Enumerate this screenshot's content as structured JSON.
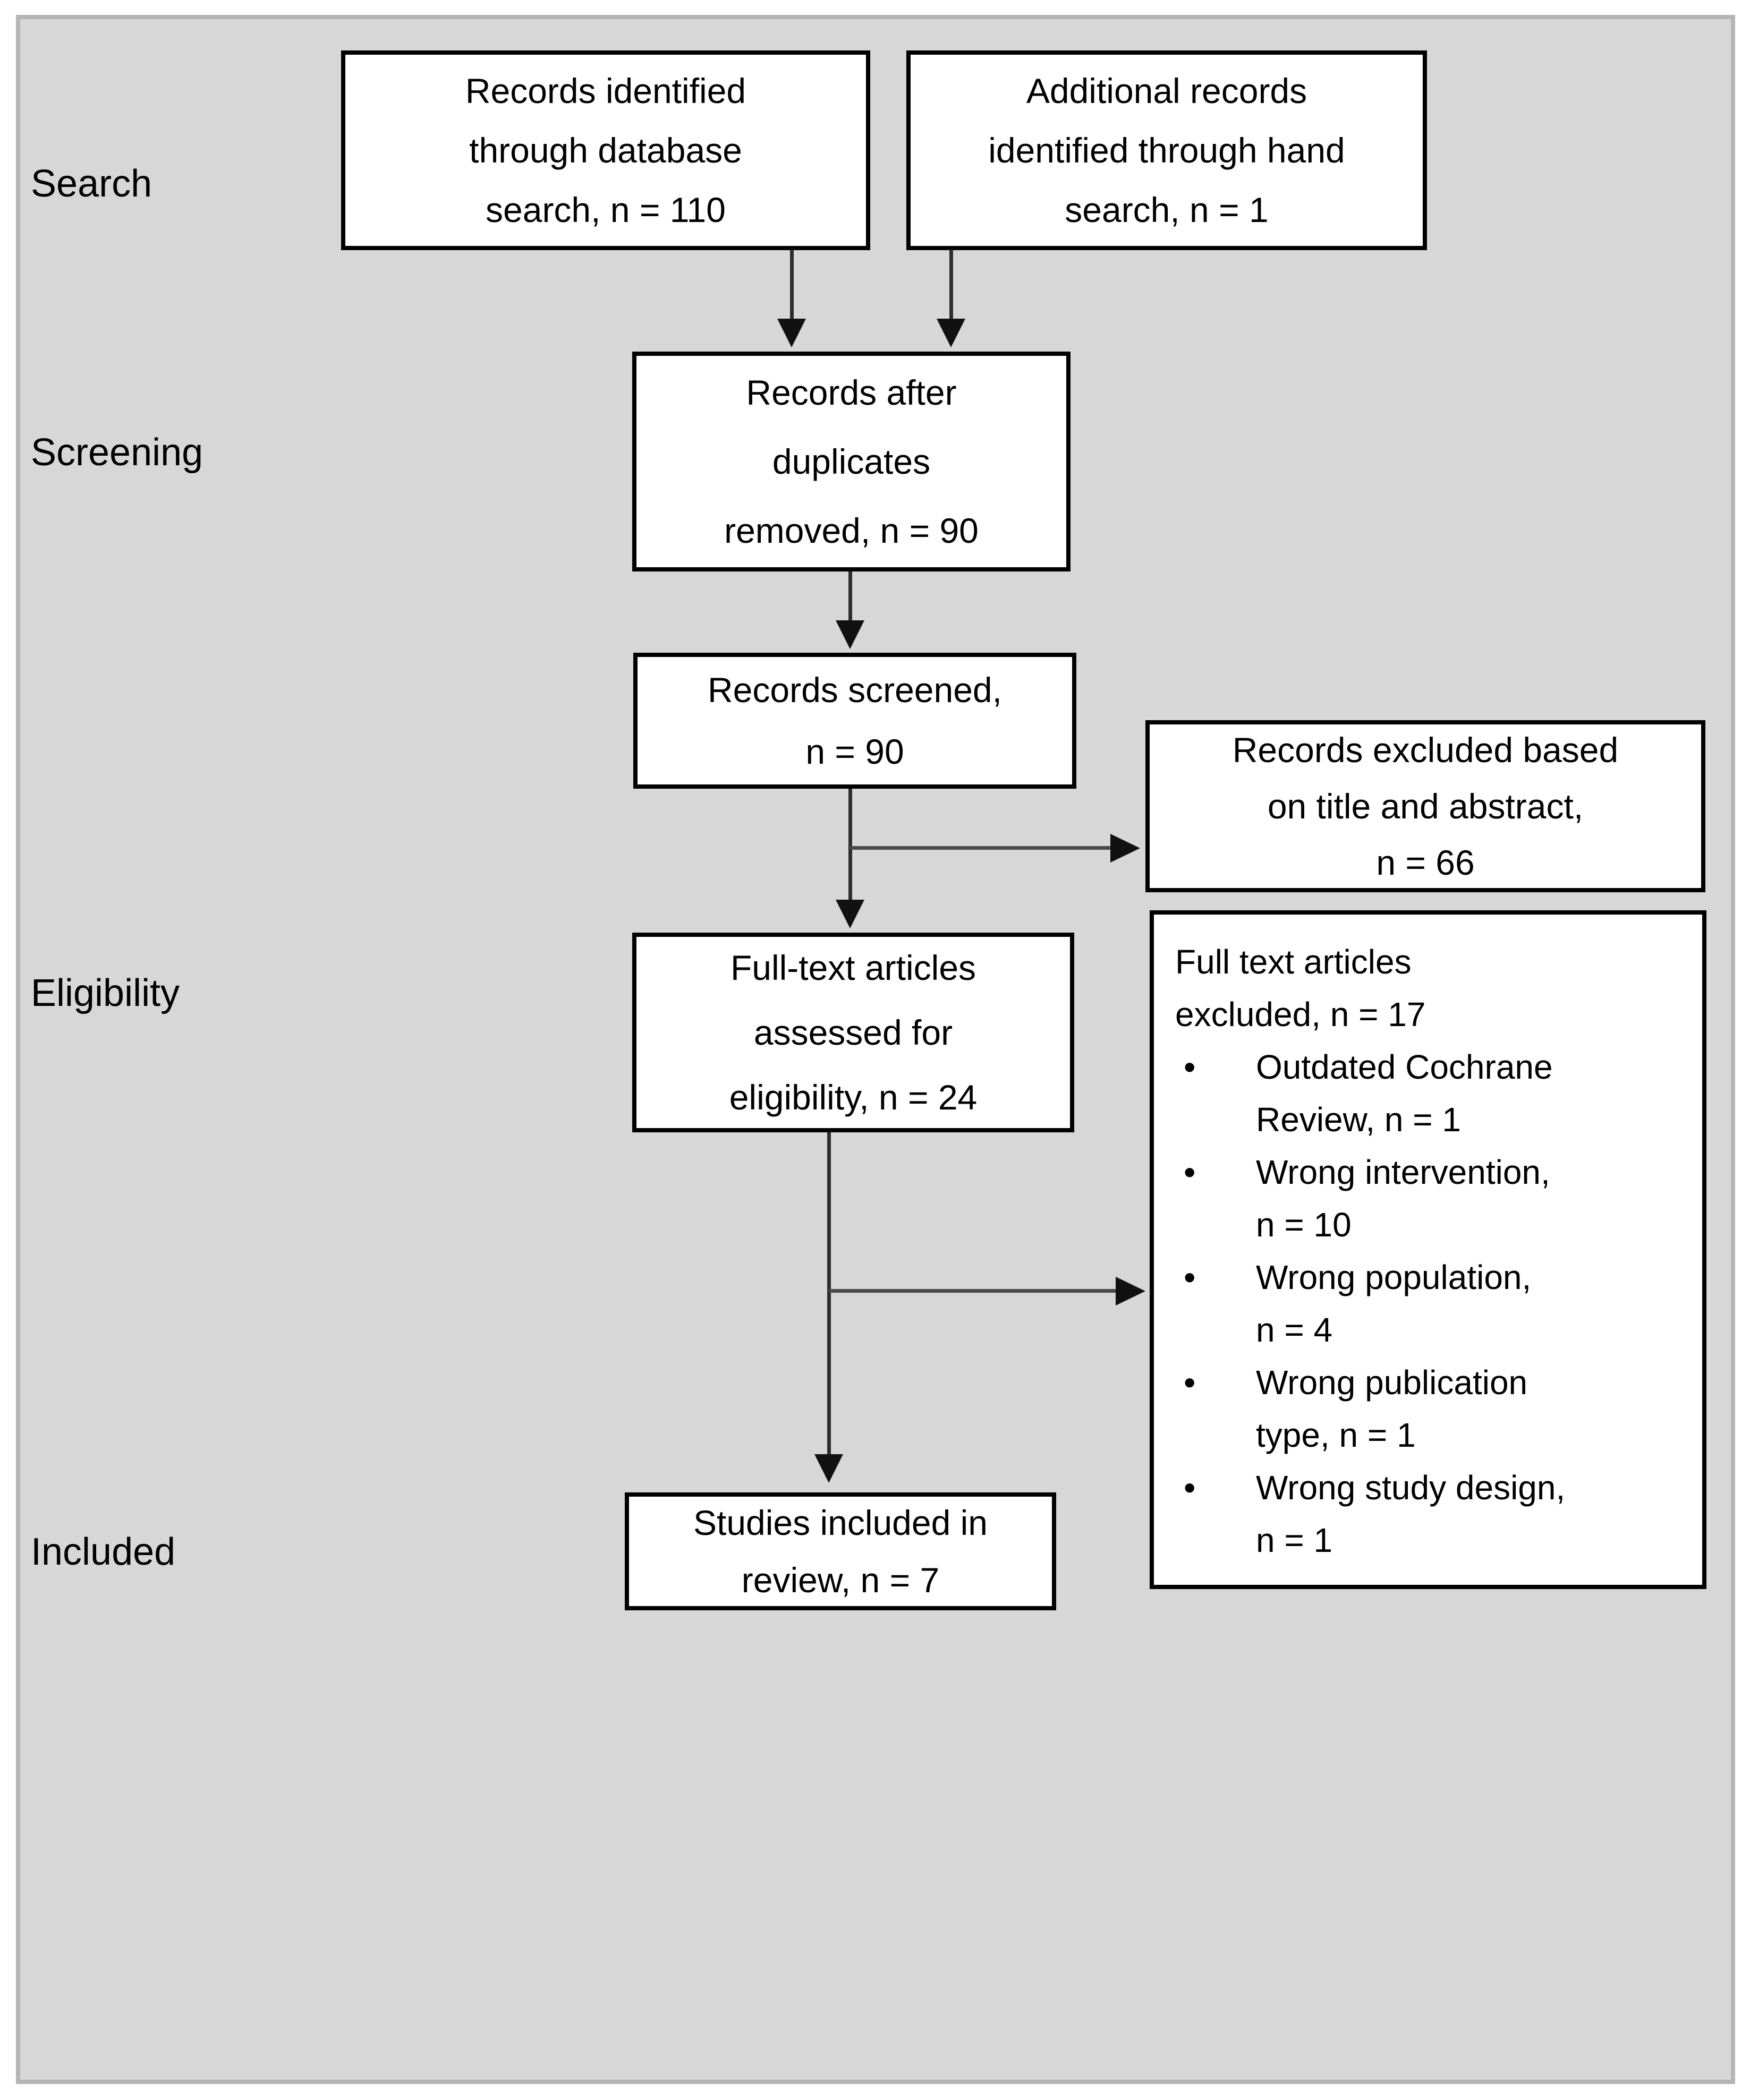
{
  "colors": {
    "page_bg": "#ffffff",
    "panel_bg": "#d7d7d7",
    "panel_border": "#b5b5b5",
    "box_bg": "#ffffff",
    "box_border": "#000000",
    "text": "#000000",
    "arrow_line": "#2e2e2e",
    "arrow_line_soft": "#4a4a4a",
    "arrow_head": "#111111"
  },
  "stage_labels": {
    "search": "Search",
    "screening": "Screening",
    "eligibility": "Eligibility",
    "included": "Included"
  },
  "boxes": {
    "db_search": {
      "text": "Records identified\nthrough database\nsearch, n = 110"
    },
    "hand_search": {
      "text": "Additional records\nidentified through hand\nsearch, n = 1"
    },
    "deduplicated": {
      "text": "Records after\nduplicates\nremoved, n = 90"
    },
    "screened": {
      "text": "Records screened,\nn = 90"
    },
    "excluded_title_abstract": {
      "text": "Records excluded based\non title and abstract,\nn = 66"
    },
    "fulltext_assessed": {
      "text": "Full-text articles\nassessed for\neligibility, n = 24"
    },
    "fulltext_excluded": {
      "heading": "Full text articles\nexcluded, n = 17",
      "bullet_char": "•",
      "bullets": [
        "Outdated Cochrane\nReview, n = 1",
        "Wrong intervention,\nn = 10",
        "Wrong population,\nn = 4",
        "Wrong publication\ntype, n = 1",
        "Wrong study design,\nn = 1"
      ]
    },
    "included_review": {
      "text": "Studies included in\nreview, n = 7"
    }
  }
}
